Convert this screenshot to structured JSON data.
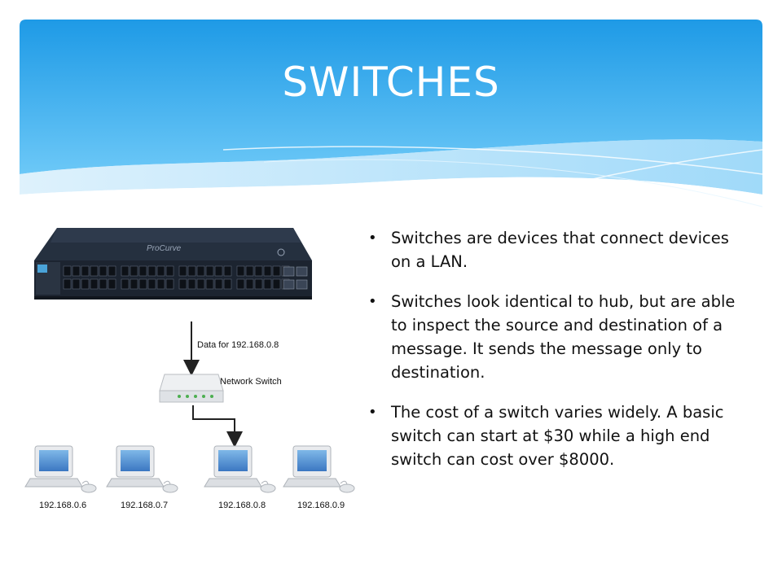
{
  "slide": {
    "title": "SWITCHES",
    "bullets": [
      "Switches are devices that connect devices on a LAN.",
      "Switches look identical to hub, but are able to inspect the source and destination of a message. It sends the message only to destination.",
      "The cost of a switch varies widely. A basic switch can start at $30 while a high end switch can cost over $8000."
    ]
  },
  "switch_photo": {
    "brand_label": "ProCurve"
  },
  "diagram": {
    "data_label": "Data for 192.168.0.8",
    "switch_label": "Network Switch",
    "computers": [
      "192.168.0.6",
      "192.168.0.7",
      "192.168.0.8",
      "192.168.0.9"
    ]
  },
  "colors": {
    "header_top": "#1e9ae6",
    "header_bottom": "#7ed0fa",
    "switch_body": "#1f2a3a"
  }
}
